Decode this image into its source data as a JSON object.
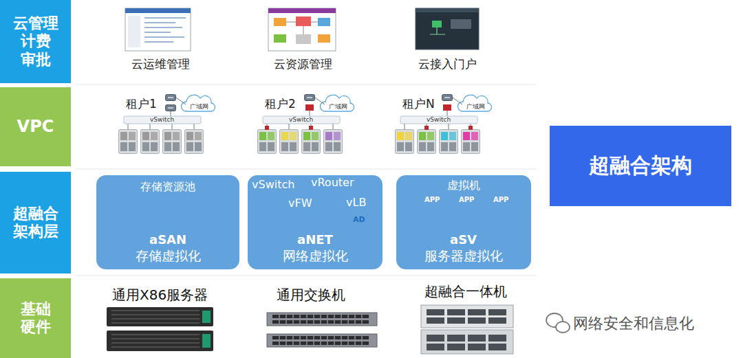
{
  "diagram": {
    "nodes": [
      {
        "text": [
          "云管理 计费 审批"
        ]
      },
      {
        "text": [
          "VPC"
        ]
      },
      {
        "text": [
          "超融合 架构层"
        ]
      },
      {
        "text": [
          "存储资源池",
          "aSAN",
          "存储虚拟化"
        ]
      },
      {
        "text": [
          "aNET",
          "网络虚拟化"
        ]
      },
      {
        "text": [
          "虚拟机",
          "aSV",
          "服务器虚拟化"
        ]
      },
      {
        "text": [
          "基础 硬件"
        ]
      },
      {
        "text": [
          "超融合架构"
        ]
      }
    ],
    "labels": [
      "云运维管理",
      "云资源管理",
      "云接入门户",
      "租户1",
      "广域网",
      "vSwitch",
      "租户2",
      "广域网",
      "vSwitch",
      "租户N",
      "广域网",
      "vSwitch",
      "vSwitch",
      "vRouter",
      "vFW",
      "vLB",
      "AD",
      "APP",
      "APP",
      "APP",
      "通用X86服务器",
      "通用交换机",
      "超融合一体机",
      "网络安全和信息化"
    ]
  }
}
